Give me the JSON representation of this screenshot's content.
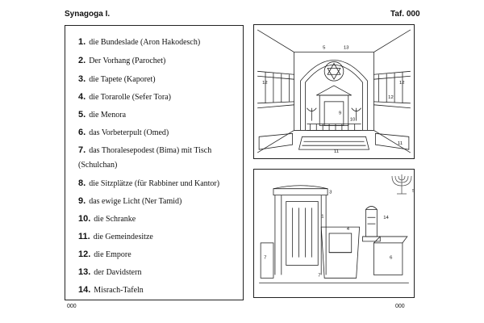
{
  "header": {
    "title": "Synagoga I.",
    "plate": "Taf. 000"
  },
  "footer": {
    "page_left": "000",
    "page_right": "000"
  },
  "list": [
    {
      "num": "1.",
      "text": "die Bundeslade (Aron Hakodesch)"
    },
    {
      "num": "2.",
      "text": "Der Vorhang (Parochet)"
    },
    {
      "num": "3.",
      "text": "die Tapete (Kaporet)"
    },
    {
      "num": "4.",
      "text": "die Torarolle (Sefer Tora)"
    },
    {
      "num": "5.",
      "text": "die Menora"
    },
    {
      "num": "6.",
      "text": "das Vorbeterpult (Omed)"
    },
    {
      "num": "7.",
      "text": "das Thoralesepodest (Bima) mit Tisch"
    },
    {
      "num": "",
      "text": "(Schulchan)"
    },
    {
      "num": "8.",
      "text": "die Sitzplätze (für Rabbiner und Kantor)"
    },
    {
      "num": "9.",
      "text": "das ewige Licht (Ner Tamid)"
    },
    {
      "num": "10.",
      "text": "die Schranke"
    },
    {
      "num": "11.",
      "text": "die Gemeindesitze"
    },
    {
      "num": "12.",
      "text": "die Empore"
    },
    {
      "num": "13.",
      "text": "der Davidstern"
    },
    {
      "num": "14.",
      "text": "Misrach-Tafeln"
    }
  ],
  "figure_top_labels": [
    "5",
    "13",
    "12",
    "12",
    "10",
    "11",
    "11",
    "12",
    "9"
  ],
  "figure_bottom_labels": [
    "3",
    "1",
    "4",
    "6",
    "7",
    "14",
    "7"
  ],
  "inset_label": "5"
}
